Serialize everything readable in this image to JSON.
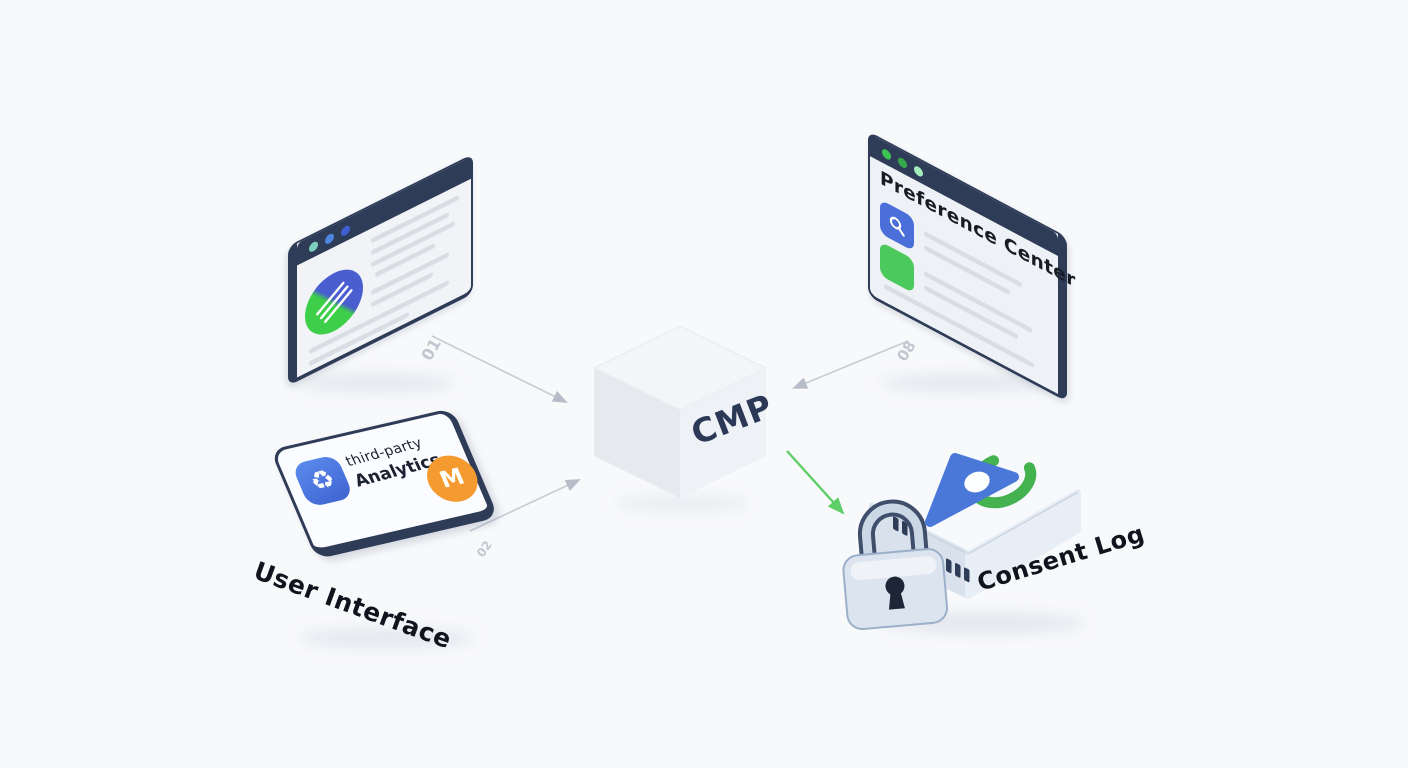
{
  "background_color": "#f8f9fb",
  "top_left_window": {
    "description": "website-window-with-handshake-logo",
    "dot_colors": [
      "#7ccfbe",
      "#4f87e0",
      "#3f5ed0"
    ],
    "logo": {
      "icon": "handshake-circle-logo",
      "blue": "#4a5ed0",
      "green": "#3ecf4a"
    }
  },
  "top_right_window": {
    "title": "Preference Center",
    "dot_colors": [
      "#3dc553",
      "#35a84b",
      "#a5ecbb"
    ],
    "tiles": [
      {
        "icon": "search-icon",
        "color": "#4a6fd8"
      },
      {
        "icon": "blank-tile",
        "color": "#4cc95c"
      }
    ]
  },
  "cmp_cube": {
    "label": "CMP"
  },
  "bottom_left_card": {
    "line1": "third-party",
    "line2": "Analytics",
    "analytics_badge": {
      "icon": "recycle-triangle-icon",
      "glyph": "♻",
      "color": "#4a6fd8"
    },
    "m_badge": {
      "letter": "M",
      "color": "#f49a2f"
    },
    "caption": "User Interface"
  },
  "consent_log": {
    "caption": "Consent Log",
    "icons": [
      "location-pin-icon",
      "green-arc-icon",
      "padlock-icon"
    ]
  },
  "arrows": {
    "site_to_cmp": {
      "label": "01",
      "color": "#c7ccd3"
    },
    "preference_to_cmp": {
      "label": "08",
      "color": "#c7ccd3"
    },
    "ui_to_cmp": {
      "label": "02",
      "color": "#c7ccd3"
    },
    "cmp_to_log": {
      "label": "",
      "color": "#5ecf66"
    }
  }
}
